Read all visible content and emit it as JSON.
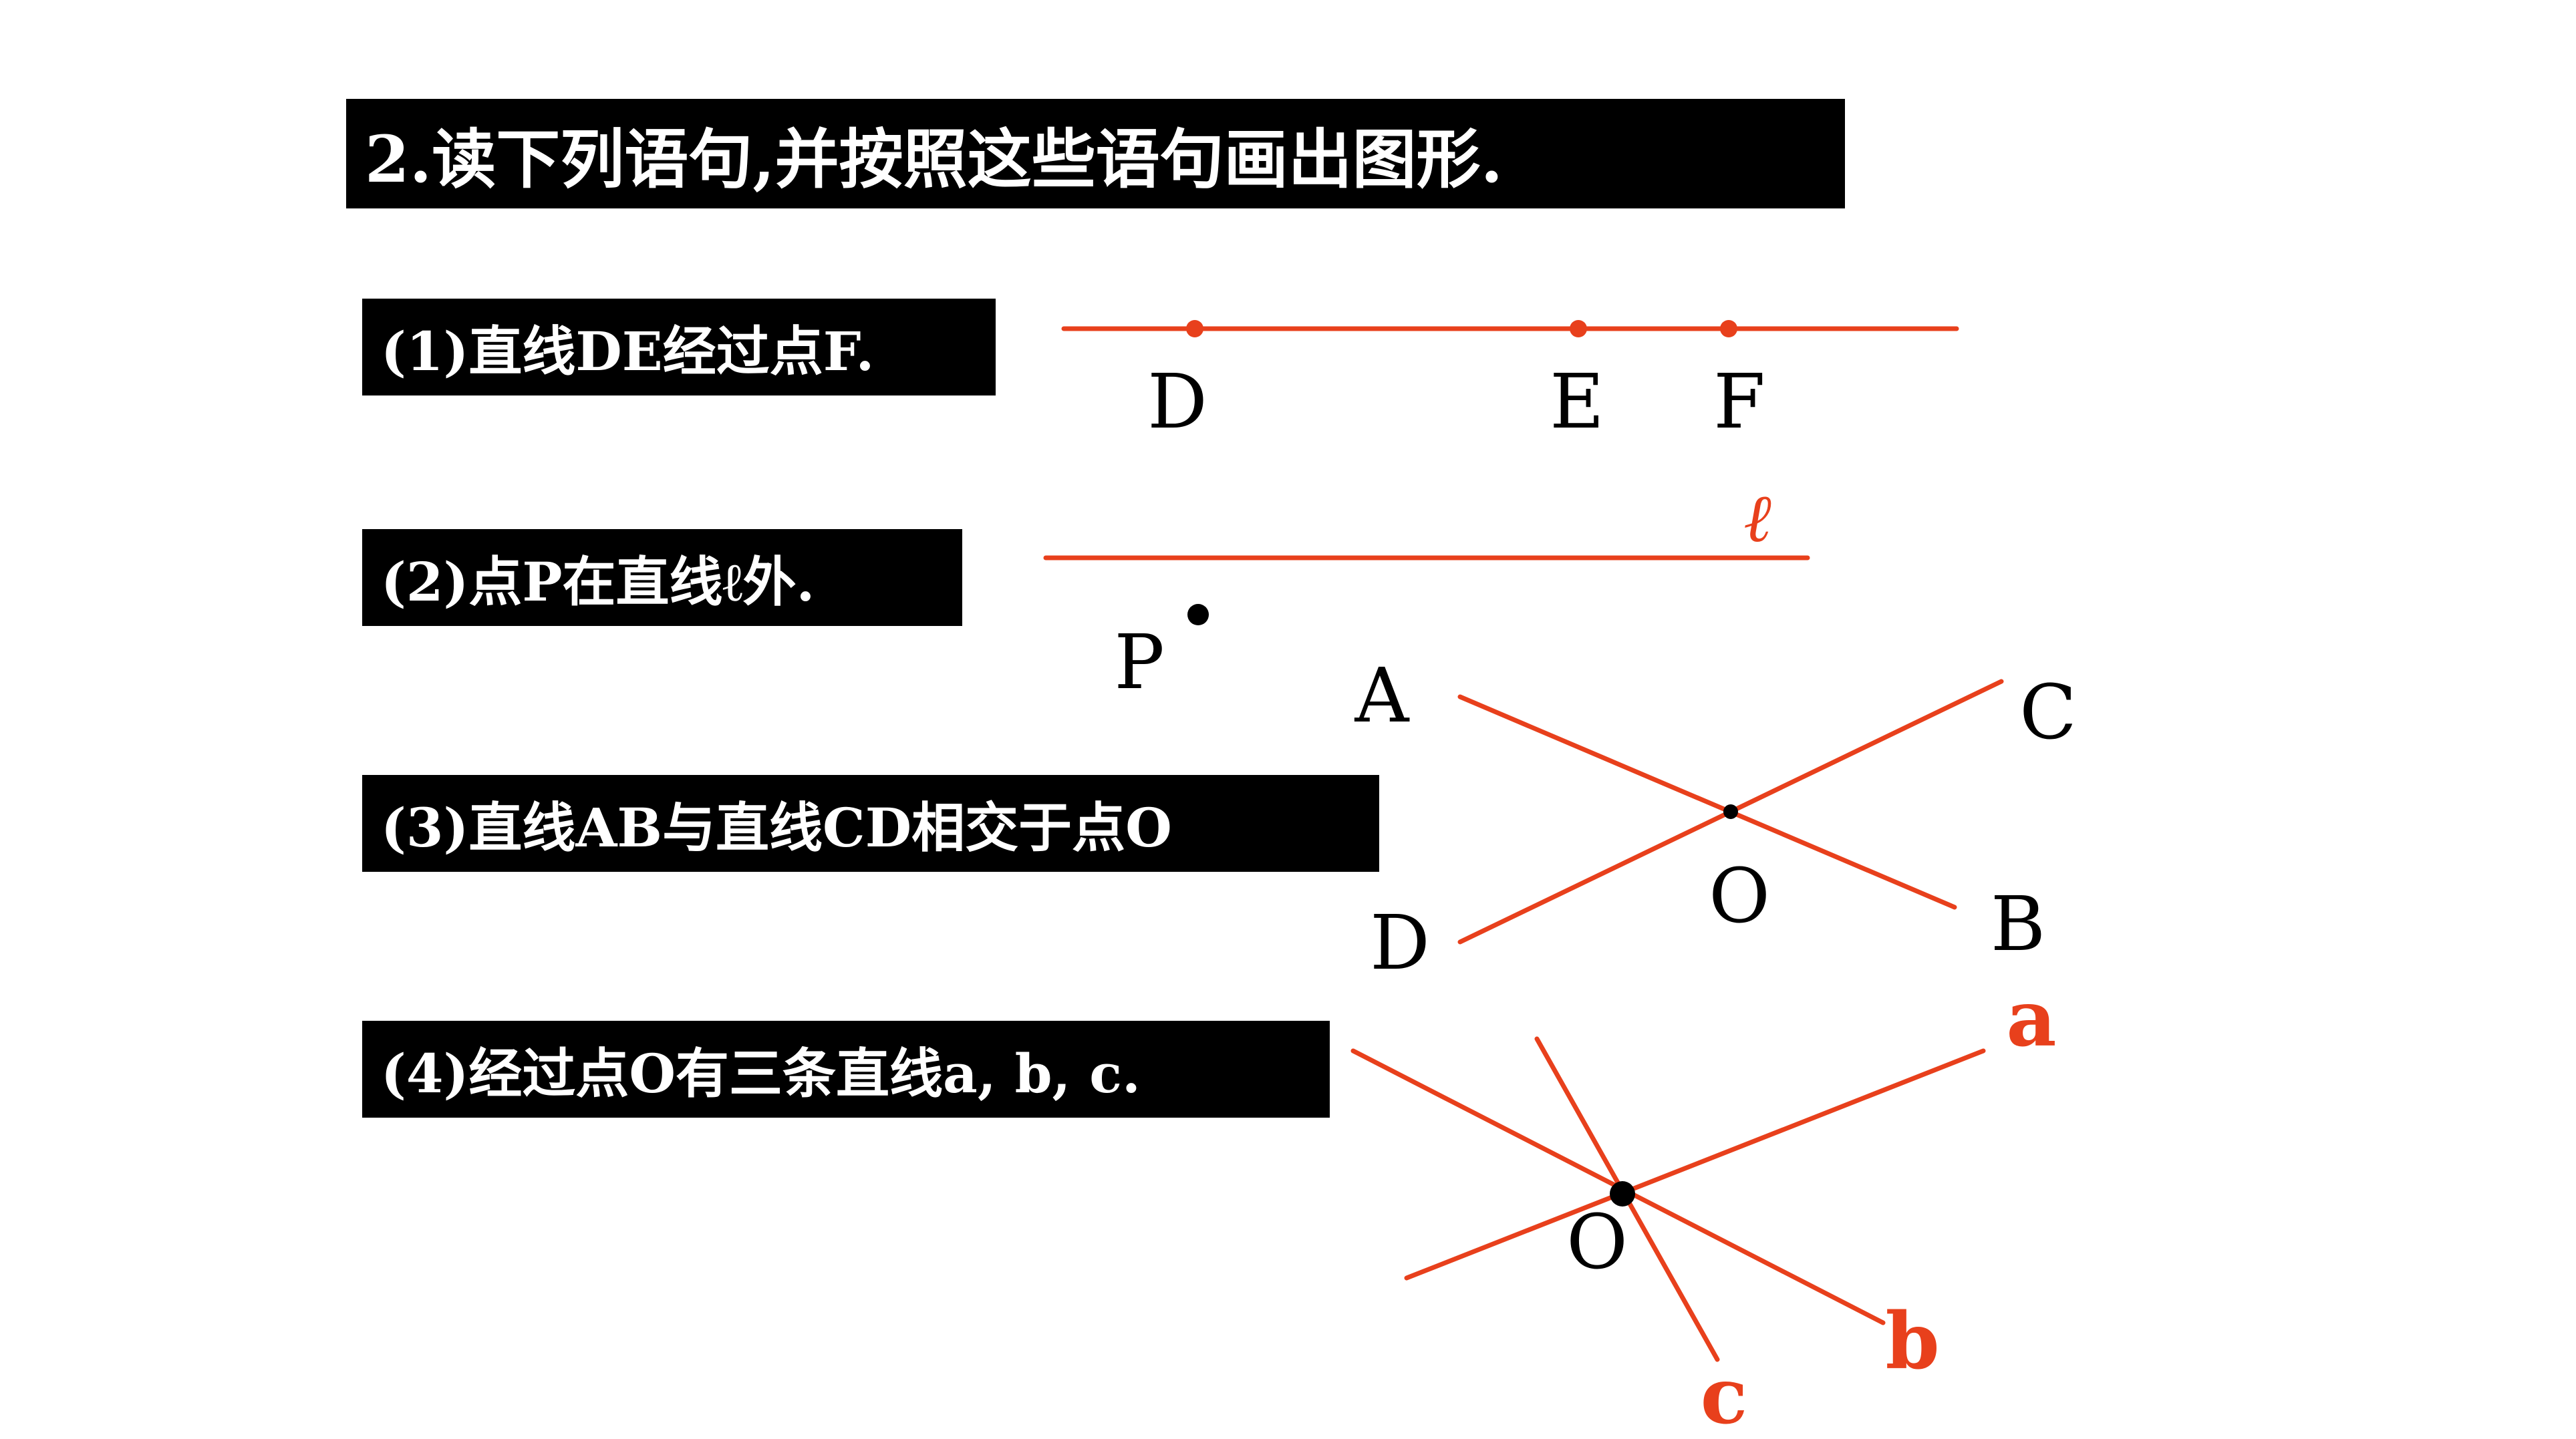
{
  "title": "2.读下列语句,并按照这些语句画出图形.",
  "statements": [
    "(1)直线DE经过点F.",
    "(2)点P在直线ℓ外.",
    "(3)直线AB与直线CD相交于点O",
    "(4)经过点O有三条直线a, b, c."
  ],
  "figure1": {
    "labels": {
      "D": "D",
      "E": "E",
      "F": "F"
    }
  },
  "figure2": {
    "labels": {
      "l": "ℓ",
      "P": "P"
    }
  },
  "figure3": {
    "labels": {
      "A": "A",
      "B": "B",
      "C": "C",
      "D": "D",
      "O": "O"
    }
  },
  "figure4": {
    "labels": {
      "a": "a",
      "b": "b",
      "c": "c",
      "O": "O"
    }
  },
  "colors": {
    "line": "#e8401c",
    "banner_bg": "#000000",
    "banner_text": "#ffffff",
    "label": "#000000"
  }
}
